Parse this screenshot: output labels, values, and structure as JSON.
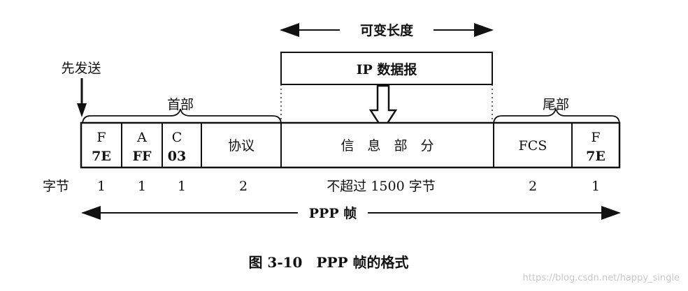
{
  "variable_length_label": "可变长度",
  "ip_datagram_label": "IP 数据报",
  "send_first_label": "先发送",
  "header_label": "首部",
  "trailer_label": "尾部",
  "fields": {
    "flag_start": {
      "name": "F",
      "value": "7E"
    },
    "address": {
      "name": "A",
      "value": "FF"
    },
    "control": {
      "name": "C",
      "value": "03"
    },
    "protocol": {
      "name": "协议"
    },
    "information": {
      "name": "信　息　部　分"
    },
    "fcs": {
      "name": "FCS"
    },
    "flag_end": {
      "name": "F",
      "value": "7E"
    }
  },
  "bytes_row": {
    "label": "字节",
    "values": [
      "1",
      "1",
      "1",
      "2",
      "不超过 1500 字节",
      "2",
      "1"
    ]
  },
  "frame_label": "PPP 帧",
  "caption": "图 3-10　PPP 帧的格式",
  "watermark": "https://blog.csdn.net/happy_single"
}
